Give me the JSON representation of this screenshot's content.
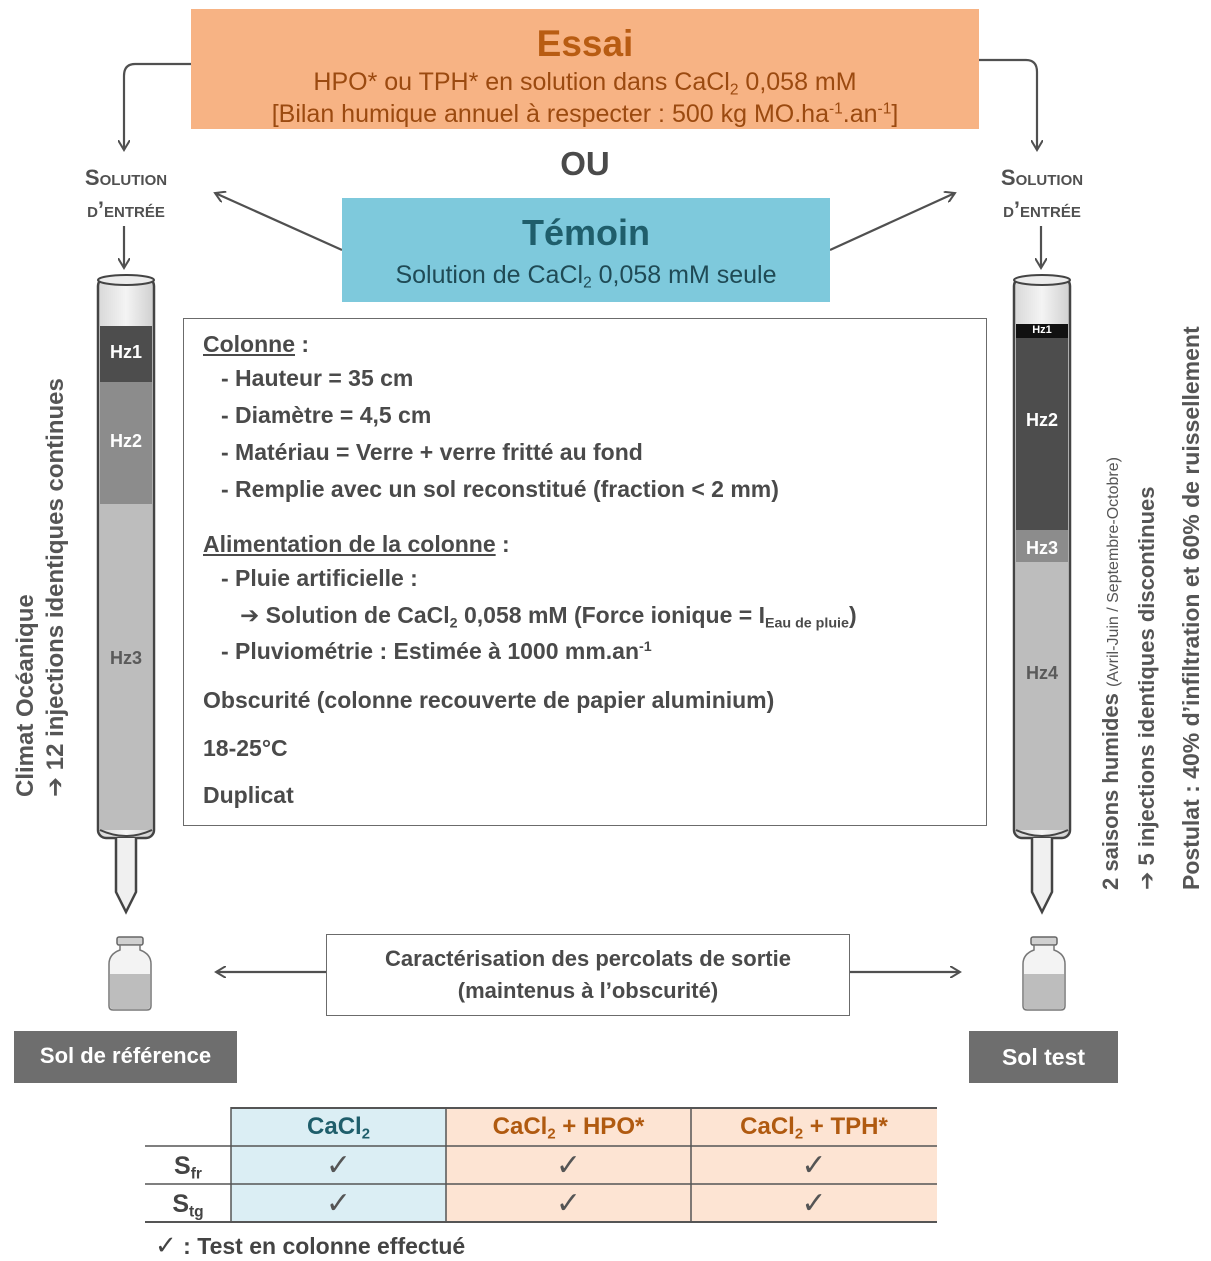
{
  "essai": {
    "title": "Essai",
    "line1_a": "HPO* ou TPH* en solution dans CaCl",
    "line1_sub": "2",
    "line1_b": " 0,058 mM",
    "line2_a": "[Bilan humique annuel à respecter : 500 kg MO.ha",
    "line2_sup1": "-1",
    "line2_b": ".an",
    "line2_sup2": "-1",
    "line2_c": "]"
  },
  "ou": "OU",
  "temoin": {
    "title": "Témoin",
    "line_a": "Solution de CaCl",
    "line_sub": "2",
    "line_b": " 0,058 mM seule"
  },
  "solution_label": {
    "line1": "Solution",
    "line2": "d’entrée"
  },
  "left_column": {
    "horizons": [
      "Hz1",
      "Hz2",
      "Hz3"
    ]
  },
  "right_column": {
    "horizons": [
      "Hz1",
      "Hz2",
      "Hz3",
      "Hz4"
    ]
  },
  "panel": {
    "colonne_heading": "Colonne",
    "colonne_colon": " :",
    "hauteur": "- Hauteur = 35 cm",
    "diametre": "- Diamètre = 4,5 cm",
    "materiau": "- Matériau = Verre + verre fritté au fond",
    "remplie": "- Remplie avec un sol reconstitué (fraction < 2 mm)",
    "alim_heading": "Alimentation de la colonne",
    "alim_colon": " :",
    "pluie": "- Pluie artificielle :",
    "solution_a": "➔ Solution de CaCl",
    "solution_sub": "2",
    "solution_b": " 0,058 mM (Force ionique = I",
    "solution_sub2": "Eau de pluie",
    "solution_c": ")",
    "pluvio_a": "- Pluviométrie : Estimée à 1000 mm.an",
    "pluvio_sup": "-1",
    "obscurite": "Obscurité (colonne recouverte de papier aluminium)",
    "temperature": "18-25°C",
    "duplicat": "Duplicat"
  },
  "left_vertical": {
    "line1": "Climat Océanique",
    "line2": "➔ 12 injections identiques continues"
  },
  "right_vertical": {
    "line1_a": "2 saisons humides ",
    "line1_b": "(Avril-Juin / Septembre-Octobre)",
    "line2": "➔ 5 injections identiques discontinues",
    "line3": "Postulat : 40% d’infiltration et 60% de ruissellement"
  },
  "characterisation": {
    "line1": "Caractérisation des percolats de sortie",
    "line2": "(maintenus à l’obscurité)"
  },
  "sol_reference": "Sol de référence",
  "sol_test": "Sol test",
  "table": {
    "headers": [
      {
        "a": "CaCl",
        "sub": "2",
        "b": ""
      },
      {
        "a": "CaCl",
        "sub": "2",
        "b": " + HPO*"
      },
      {
        "a": "CaCl",
        "sub": "2",
        "b": " + TPH*"
      }
    ],
    "rows": [
      {
        "label": "S",
        "sub": "fr",
        "cells": [
          "✓",
          "✓",
          "✓"
        ]
      },
      {
        "label": "S",
        "sub": "tg",
        "cells": [
          "✓",
          "✓",
          "✓"
        ]
      }
    ],
    "legend_mark": "✓",
    "legend_text": " : Test en colonne effectué"
  },
  "colors": {
    "essai_bg": "#f7b384",
    "essai_title": "#b85c12",
    "temoin_bg": "#7ec9dc",
    "temoin_title": "#1f5e6b",
    "table_blue": "#dbeef4",
    "table_orange": "#fde4d3",
    "table_header_blue_text": "#1f5e6b",
    "table_header_orange_text": "#b05a10"
  }
}
